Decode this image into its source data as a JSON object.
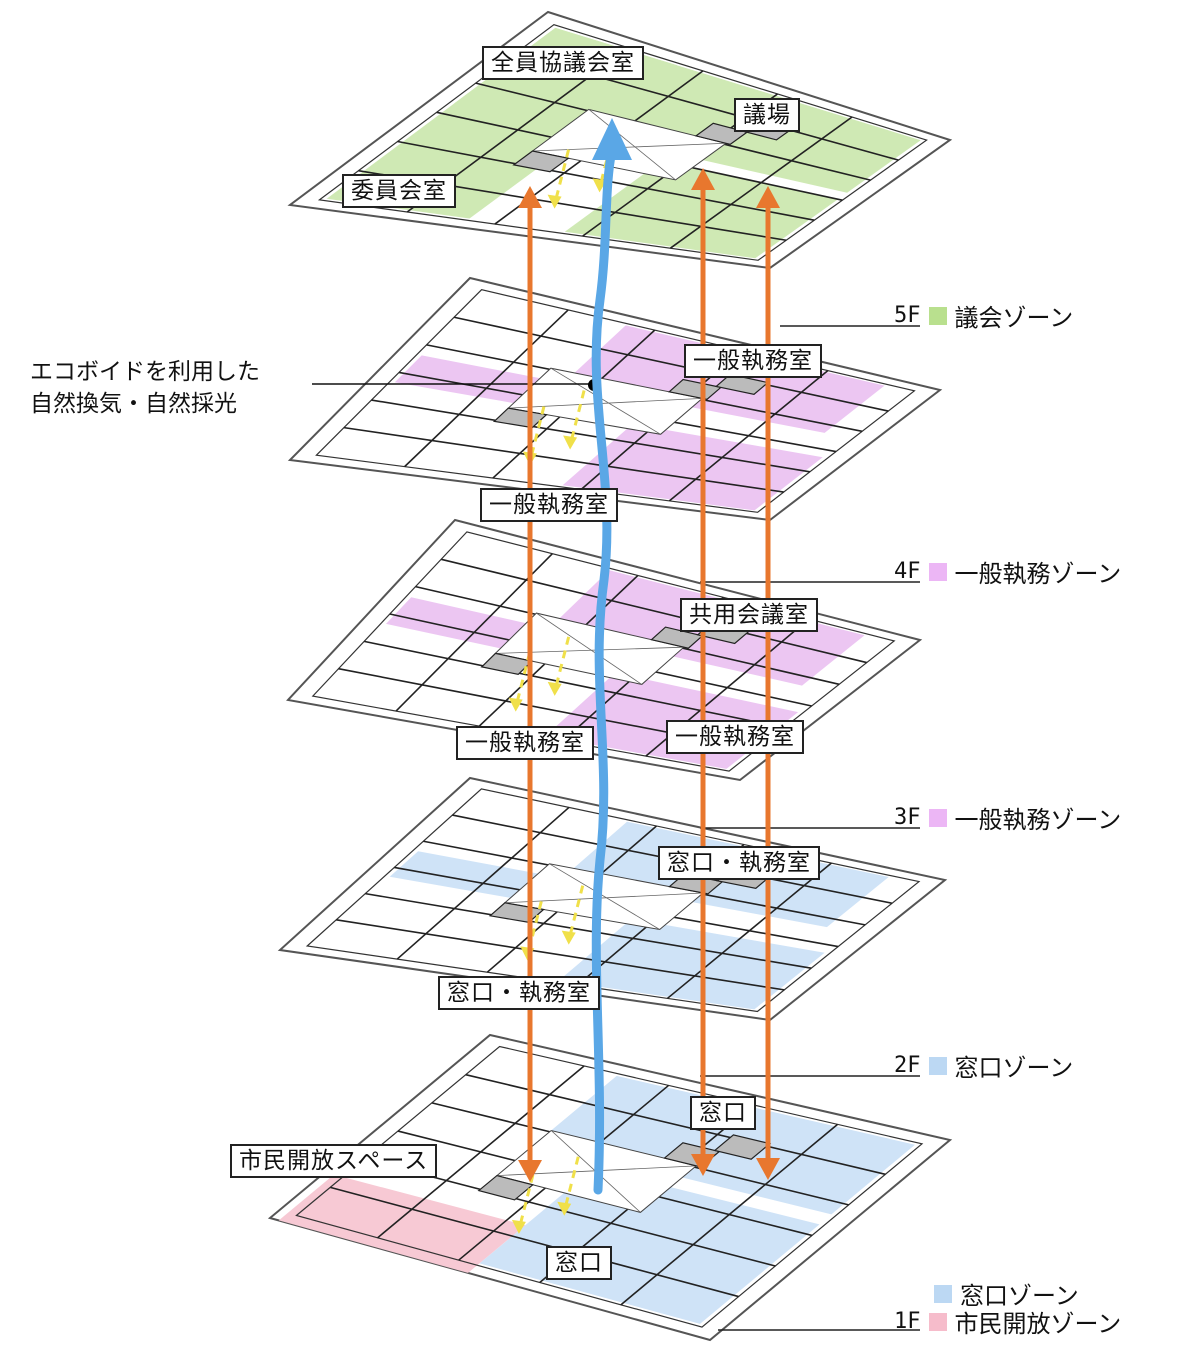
{
  "colors": {
    "council_zone": "#cfe9b4",
    "general_office_zone": "#ecc6f2",
    "counter_zone": "#cfe3f7",
    "public_zone": "#f7c9d4",
    "airflow_arrow": "#5aa7e6",
    "circulation_arrow": "#e8772e",
    "light_arrow": "#f0e04a"
  },
  "floors": [
    {
      "id": "5F",
      "label": "5F",
      "zones": [
        {
          "color": "#b9e08e",
          "name": "議会ゾーン"
        }
      ]
    },
    {
      "id": "4F",
      "label": "4F",
      "zones": [
        {
          "color": "#ecb6f5",
          "name": "一般執務ゾーン"
        }
      ]
    },
    {
      "id": "3F",
      "label": "3F",
      "zones": [
        {
          "color": "#ecb6f5",
          "name": "一般執務ゾーン"
        }
      ]
    },
    {
      "id": "2F",
      "label": "2F",
      "zones": [
        {
          "color": "#bcd8f3",
          "name": "窓口ゾーン"
        }
      ]
    },
    {
      "id": "1F",
      "label": "1F",
      "zones": [
        {
          "color": "#bcd8f3",
          "name": "窓口ゾーン"
        },
        {
          "color": "#f6bccb",
          "name": "市民開放ゾーン"
        }
      ]
    }
  ],
  "room_labels": {
    "zenin_kyogi": "全員協議会室",
    "gijo": "議場",
    "iinkai": "委員会室",
    "ippan_5a": "一般執務室",
    "ippan_4a": "一般執務室",
    "kyoyo": "共用会議室",
    "ippan_3a": "一般執務室",
    "ippan_3b": "一般執務室",
    "madoguchi_2a": "窓口・執務室",
    "madoguchi_2b": "窓口・執務室",
    "madoguchi_1a": "窓口",
    "madoguchi_1b": "窓口",
    "shimin": "市民開放スペース"
  },
  "callout": {
    "line1": "エコボイドを利用した",
    "line2": "自然換気・自然採光"
  },
  "icons": {
    "airflow": "vertical-airflow-arrow-icon",
    "circulation": "vertical-circulation-arrow-icon",
    "daylight": "daylight-dashed-arrow-icon"
  }
}
